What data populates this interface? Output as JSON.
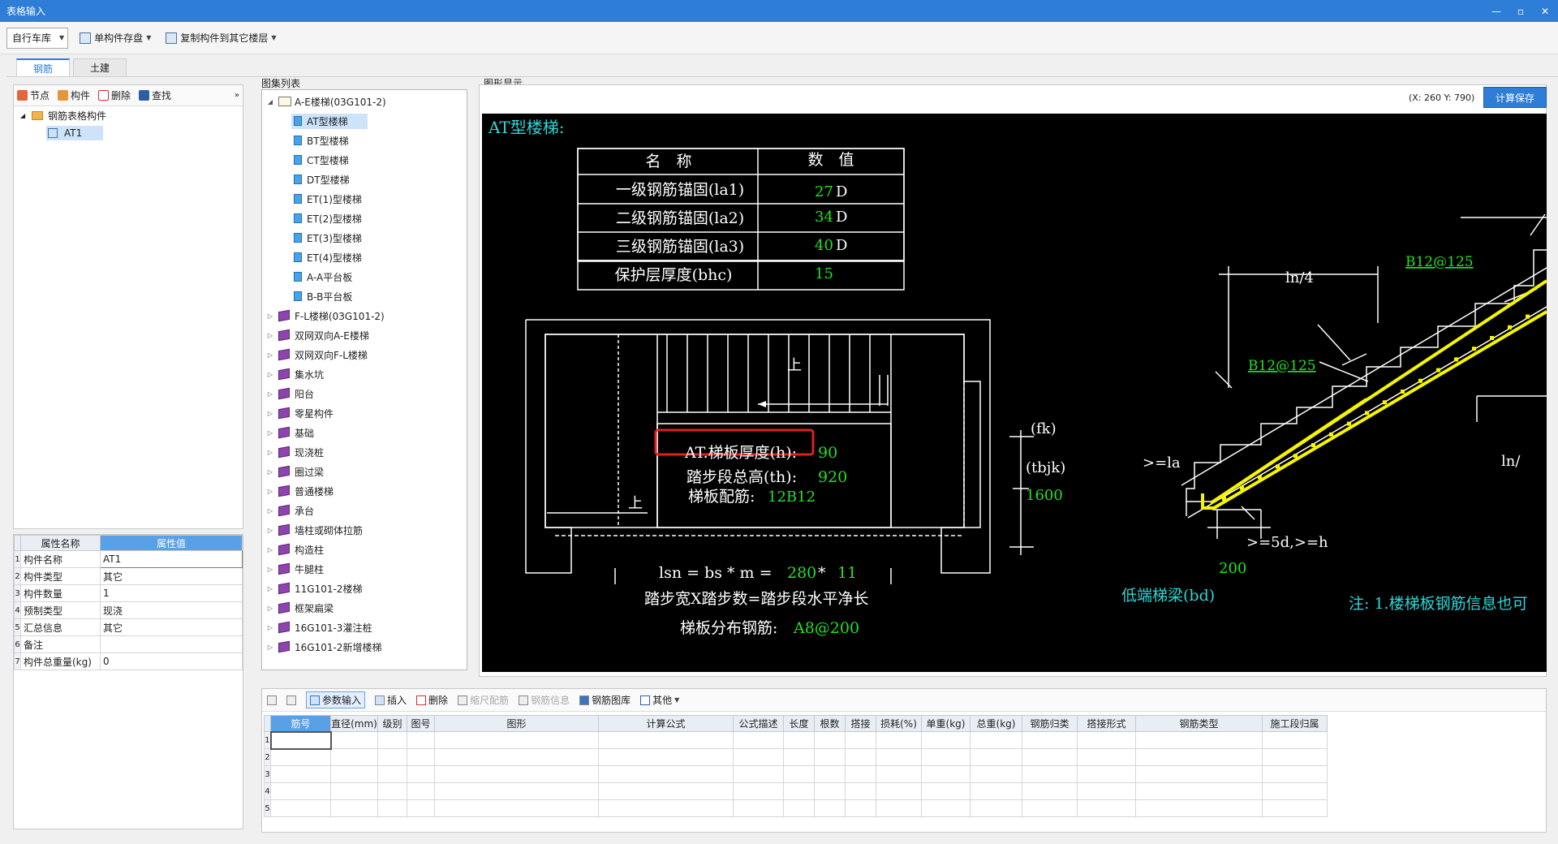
{
  "window": {
    "title": "表格输入",
    "min": "—",
    "restore": "▫",
    "close": "✕"
  },
  "toolbar": {
    "library_select": "自行车库",
    "save_component": "单构件存盘",
    "copy_to_floor": "复制构件到其它楼层"
  },
  "tabs": [
    {
      "label": "钢筋"
    },
    {
      "label": "土建"
    }
  ],
  "left_tools": {
    "node": "节点",
    "component": "构件",
    "delete": "删除",
    "find": "查找",
    "more": "»"
  },
  "tree": {
    "root": "钢筋表格构件",
    "child": "AT1"
  },
  "props": {
    "header_name": "属性名称",
    "header_value": "属性值",
    "rows": [
      {
        "idx": "1",
        "name": "构件名称",
        "value": "AT1"
      },
      {
        "idx": "2",
        "name": "构件类型",
        "value": "其它"
      },
      {
        "idx": "3",
        "name": "构件数量",
        "value": "1"
      },
      {
        "idx": "4",
        "name": "预制类型",
        "value": "现浇"
      },
      {
        "idx": "5",
        "name": "汇总信息",
        "value": "其它"
      },
      {
        "idx": "6",
        "name": "备注",
        "value": ""
      },
      {
        "idx": "7",
        "name": "构件总重量(kg)",
        "value": "0"
      }
    ]
  },
  "atlas": {
    "label": "图集列表",
    "root": "A-E楼梯(03G101-2)",
    "children": [
      "AT型楼梯",
      "BT型楼梯",
      "CT型楼梯",
      "DT型楼梯",
      "ET(1)型楼梯",
      "ET(2)型楼梯",
      "ET(3)型楼梯",
      "ET(4)型楼梯",
      "A-A平台板",
      "B-B平台板"
    ],
    "groups": [
      "F-L楼梯(03G101-2)",
      "双网双向A-E楼梯",
      "双网双向F-L楼梯",
      "集水坑",
      "阳台",
      "零星构件",
      "基础",
      "现浇桩",
      "圈过梁",
      "普通楼梯",
      "承台",
      "墙柱或砌体拉筋",
      "构造柱",
      "牛腿柱",
      "11G101-2楼梯",
      "框架扁梁",
      "16G101-3灌注桩",
      "16G101-2新增楼梯"
    ]
  },
  "graphics": {
    "label": "图形显示",
    "coords": "(X: 260 Y: 790)",
    "calc_save": "计算保存",
    "title": "AT型楼梯:",
    "table": {
      "h_name": "名　称",
      "h_value": "数　值",
      "rows": [
        {
          "name": "一级钢筋锚固(la1)",
          "value": "27",
          "unit": "D"
        },
        {
          "name": "二级钢筋锚固(la2)",
          "value": "34",
          "unit": "D"
        },
        {
          "name": "三级钢筋锚固(la3)",
          "value": "40",
          "unit": "D"
        },
        {
          "name": "保护层厚度(bhc)",
          "value": "15",
          "unit": ""
        }
      ]
    },
    "plan": {
      "up1": "上",
      "up2": "上",
      "thick_label": "AT.梯板厚度(h):",
      "thick_value": "90",
      "height_label": "踏步段总高(th):",
      "height_value": "920",
      "rebar_label": "梯板配筋:",
      "rebar_value": "12B12",
      "lsn_label": "lsn = bs * m =",
      "lsn_bs": "280",
      "lsn_star": "*",
      "lsn_m": "11",
      "step_desc": "踏步宽X踏步数=踏步段水平净长",
      "dist_label": "梯板分布钢筋:",
      "dist_value": "A8@200",
      "fk": "(fk)",
      "tbjk": "(tbjk)",
      "tbjk_value": "1600"
    },
    "section": {
      "ln4": "ln/4",
      "b12_top": "B12@125",
      "b12_mid": "B12@125",
      "la": ">=la",
      "five_d": ">=5d,>=h",
      "w200": "200",
      "ln_right": "ln/",
      "low_beam": "低端梯梁(bd)",
      "note": "注: 1.楼梯板钢筋信息也可"
    }
  },
  "bottom": {
    "tools": {
      "param_input": "参数输入",
      "insert": "插入",
      "delete": "删除",
      "scale_rebar": "缩尺配筋",
      "rebar_info": "钢筋信息",
      "rebar_lib": "钢筋图库",
      "other": "其他"
    },
    "columns": [
      "筋号",
      "直径(mm)",
      "级别",
      "图号",
      "图形",
      "计算公式",
      "公式描述",
      "长度",
      "根数",
      "搭接",
      "损耗(%)",
      "单重(kg)",
      "总重(kg)",
      "钢筋归类",
      "搭接形式",
      "钢筋类型",
      "施工段归属"
    ],
    "rows": [
      "1",
      "2",
      "3",
      "4",
      "5"
    ]
  },
  "colors": {
    "accent": "#2e7dd7",
    "cad_green": "#22e222",
    "cad_cyan": "#2cd8d8",
    "cad_yellow": "#f5f500",
    "highlight_red": "#e02020"
  }
}
